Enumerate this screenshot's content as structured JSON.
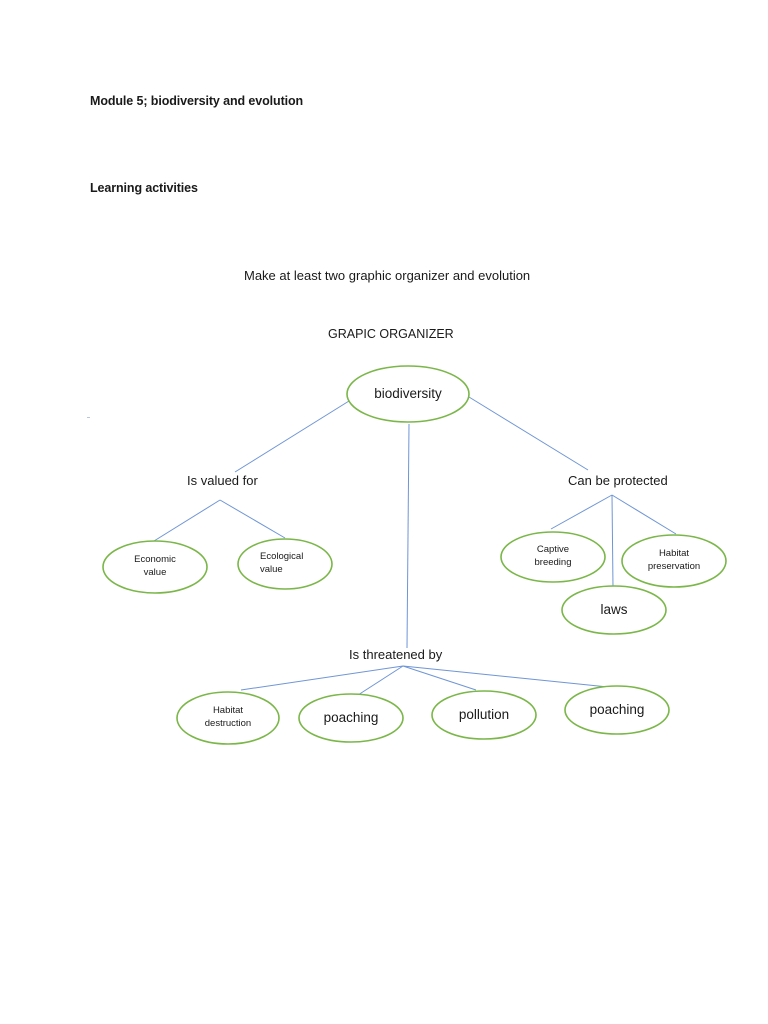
{
  "document": {
    "module_title": "Module 5; biodiversity and evolution",
    "section_title": "Learning activities",
    "instruction": "Make at least two graphic organizer and evolution",
    "organizer_title": "GRAPIC ORGANIZER"
  },
  "diagram": {
    "colors": {
      "ellipse_stroke": "#7ab648",
      "connector": "#6f95d6"
    },
    "root": {
      "label": "biodiversity"
    },
    "branches": {
      "valued": {
        "label": "Is valued for",
        "children": [
          {
            "line1": "Economic",
            "line2": "value"
          },
          {
            "line1": "Ecological",
            "line2": "value"
          }
        ]
      },
      "protected": {
        "label": "Can be protected",
        "children": [
          {
            "line1": "Captive",
            "line2": "breeding"
          },
          {
            "line1": "Habitat",
            "line2": "preservation"
          },
          {
            "label": "laws"
          }
        ]
      },
      "threatened": {
        "label": "Is threatened by",
        "children": [
          {
            "line1": "Habitat",
            "line2": "destruction"
          },
          {
            "label": "poaching"
          },
          {
            "label": "pollution"
          },
          {
            "label": "poaching"
          }
        ]
      }
    }
  }
}
